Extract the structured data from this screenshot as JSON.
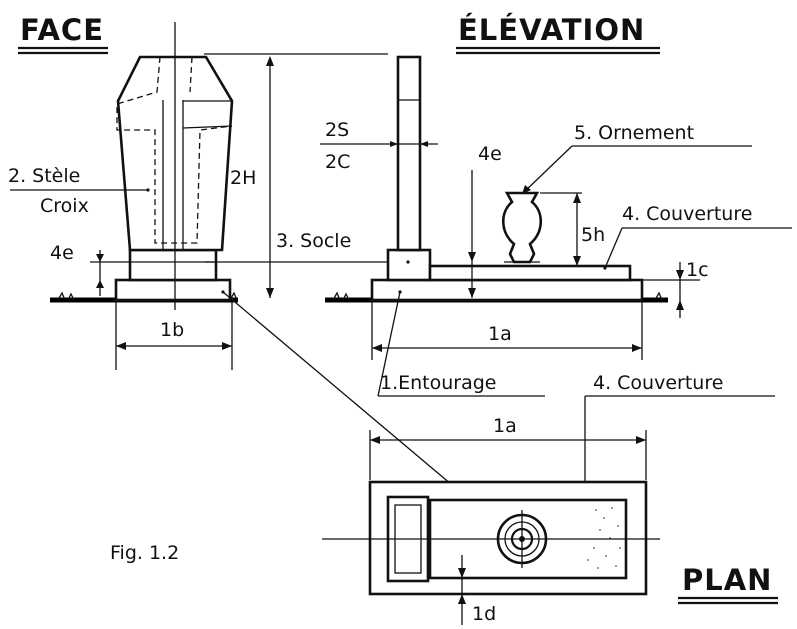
{
  "titles": {
    "face": "FACE",
    "elevation": "ÉLÉVATION",
    "plan": "PLAN"
  },
  "labels": {
    "stele_1": "2. Stèle",
    "stele_2": "Croix",
    "socle": "3. Socle",
    "ornement": "5. Ornement",
    "couverture_elev": "4. Couverture",
    "entourage": "1.Entourage",
    "couverture_plan": "4. Couverture",
    "figure": "Fig. 1.2"
  },
  "dimensions": {
    "h2": "2H",
    "e4_face": "4e",
    "b1": "1b",
    "s2": "2S",
    "c2": "2C",
    "e4_elev": "4e",
    "h5": "5h",
    "c1": "1c",
    "a1_elev": "1a",
    "a1_plan": "1a",
    "d1": "1d"
  }
}
